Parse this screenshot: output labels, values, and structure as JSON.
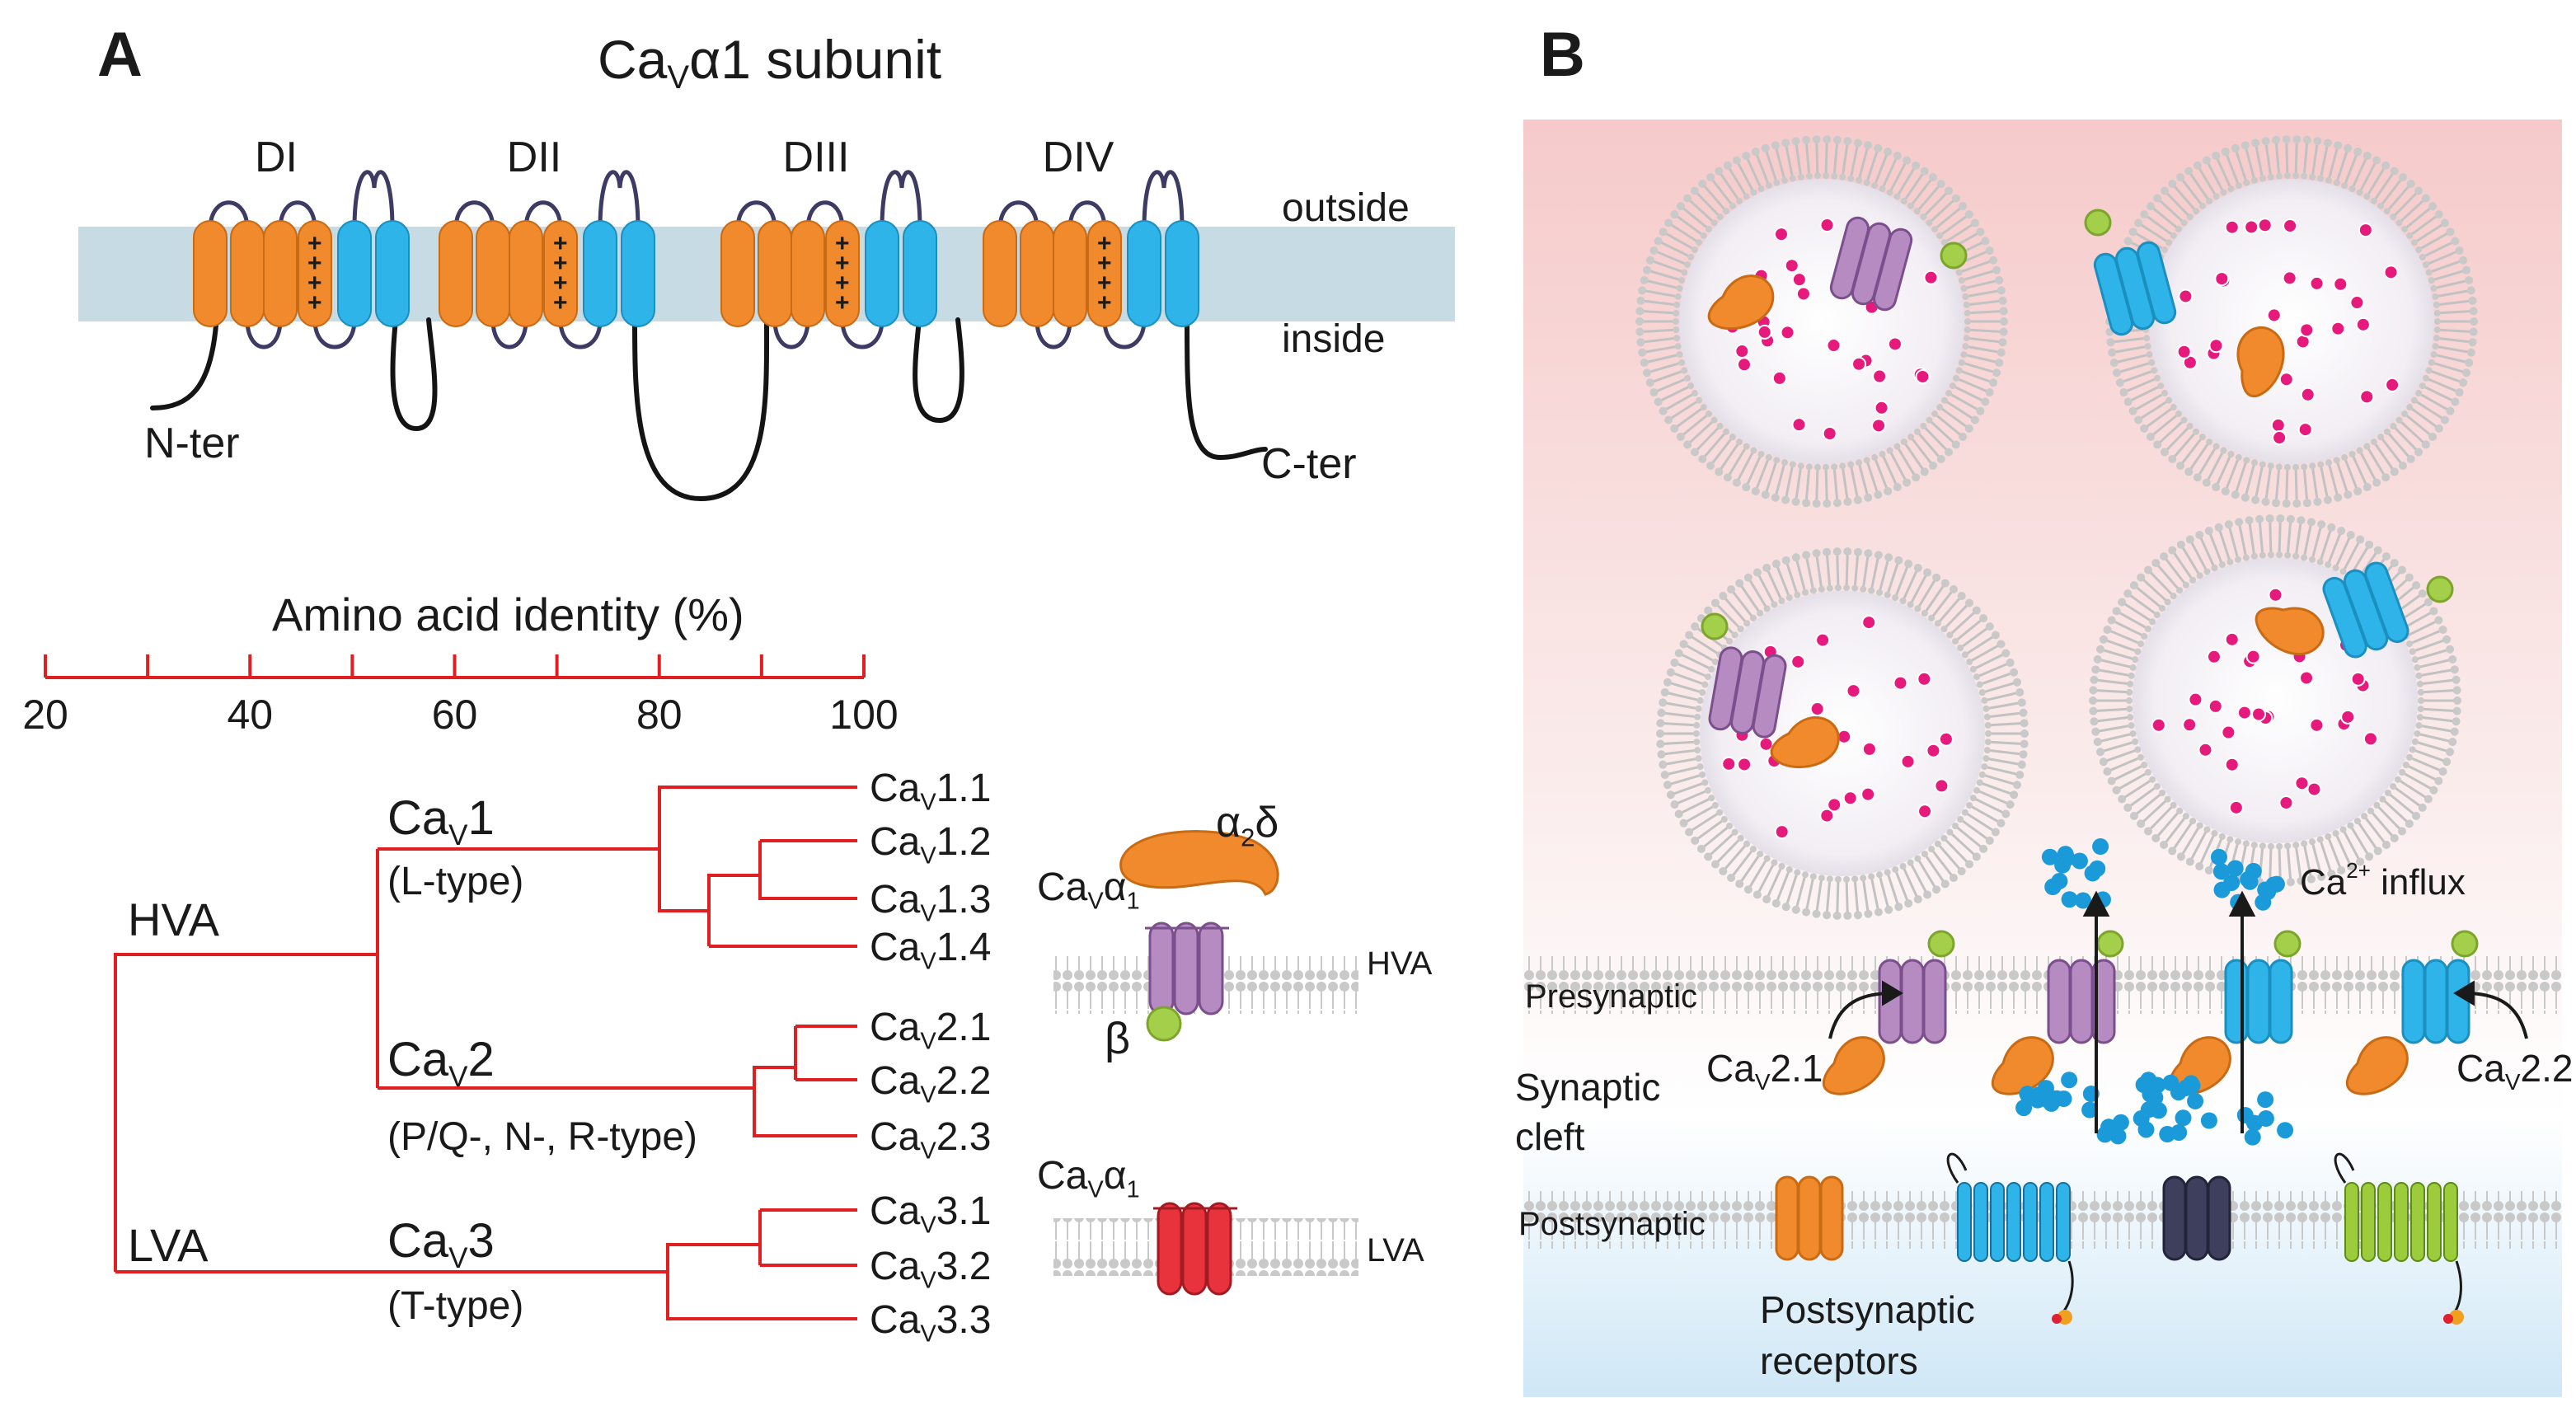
{
  "panel_a": {
    "label": "A",
    "subunit_title": {
      "pre": "Ca",
      "sub": "V",
      "post": "α1 subunit"
    },
    "domains": [
      "DI",
      "DII",
      "DIII",
      "DIV"
    ],
    "membrane": {
      "outside": "outside",
      "inside": "inside"
    },
    "termini": {
      "n": "N-ter",
      "c": "C-ter"
    },
    "identity_axis": {
      "title": "Amino acid identity (%)",
      "ticks": [
        "20",
        "40",
        "60",
        "80",
        "100"
      ],
      "min": 20,
      "max": 100
    },
    "tree": {
      "hva": "HVA",
      "lva": "LVA",
      "families": [
        {
          "pre": "Ca",
          "sub": "V",
          "post": "1",
          "type": "(L-type)"
        },
        {
          "pre": "Ca",
          "sub": "V",
          "post": "2",
          "type": "(P/Q-, N-, R-type)"
        },
        {
          "pre": "Ca",
          "sub": "V",
          "post": "3",
          "type": "(T-type)"
        }
      ],
      "leaves": [
        {
          "pre": "Ca",
          "sub": "V",
          "post": "1.1"
        },
        {
          "pre": "Ca",
          "sub": "V",
          "post": "1.2"
        },
        {
          "pre": "Ca",
          "sub": "V",
          "post": "1.3"
        },
        {
          "pre": "Ca",
          "sub": "V",
          "post": "1.4"
        },
        {
          "pre": "Ca",
          "sub": "V",
          "post": "2.1"
        },
        {
          "pre": "Ca",
          "sub": "V",
          "post": "2.2"
        },
        {
          "pre": "Ca",
          "sub": "V",
          "post": "2.3"
        },
        {
          "pre": "Ca",
          "sub": "V",
          "post": "3.1"
        },
        {
          "pre": "Ca",
          "sub": "V",
          "post": "3.2"
        },
        {
          "pre": "Ca",
          "sub": "V",
          "post": "3.3"
        }
      ]
    },
    "channel_schemes": {
      "alpha1": {
        "pre": "Ca",
        "sub": "V",
        "post": "α",
        "sub2": "1"
      },
      "alpha2delta": {
        "pre": "α",
        "sub": "2",
        "post": "δ"
      },
      "beta": "β",
      "hva": "HVA",
      "lva": "LVA"
    }
  },
  "panel_b": {
    "label": "B",
    "presynaptic": "Presynaptic",
    "synaptic_cleft": [
      "Synaptic",
      "cleft"
    ],
    "postsynaptic": "Postsynaptic",
    "cav21": {
      "pre": "Ca",
      "sub": "V",
      "post": "2.1"
    },
    "cav22": {
      "pre": "Ca",
      "sub": "V",
      "post": "2.2"
    },
    "ca_influx": {
      "pre": "Ca",
      "sup": "2+",
      "post": " influx"
    },
    "receptors": [
      "Postsynaptic",
      "receptors"
    ]
  },
  "colors": {
    "orange": "#f08a2c",
    "blue": "#2eb4e8",
    "purple": "#b58bc2",
    "red_channel": "#e8333c",
    "tree_red": "#e02020",
    "membrane_band": "#c6dbe4",
    "vesicle_dots": "#e6197d",
    "calcium": "#1a9ad8",
    "beta_green": "#a3cf4a"
  }
}
